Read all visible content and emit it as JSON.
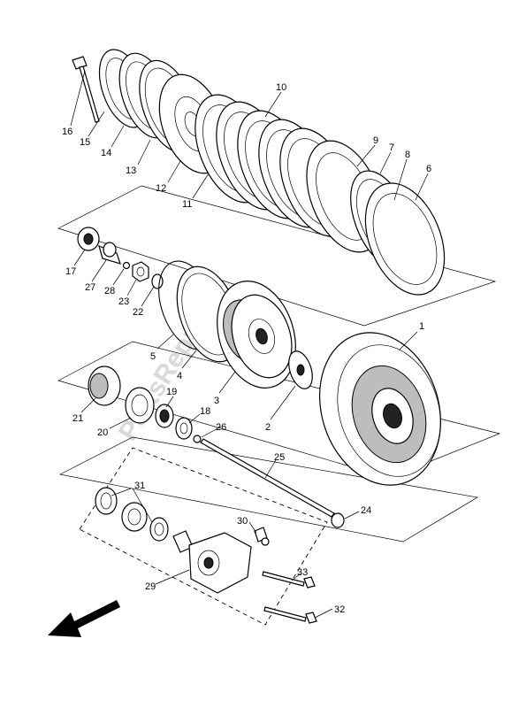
{
  "watermark": "PartsRepublik",
  "callouts": [
    "1",
    "2",
    "3",
    "4",
    "5",
    "6",
    "7",
    "8",
    "9",
    "10",
    "11",
    "12",
    "13",
    "14",
    "15",
    "16",
    "17",
    "18",
    "19",
    "20",
    "21",
    "22",
    "23",
    "24",
    "25",
    "26",
    "27",
    "28",
    "29",
    "30",
    "31",
    "32",
    "33"
  ],
  "direction_arrow": "front-arrow-icon"
}
